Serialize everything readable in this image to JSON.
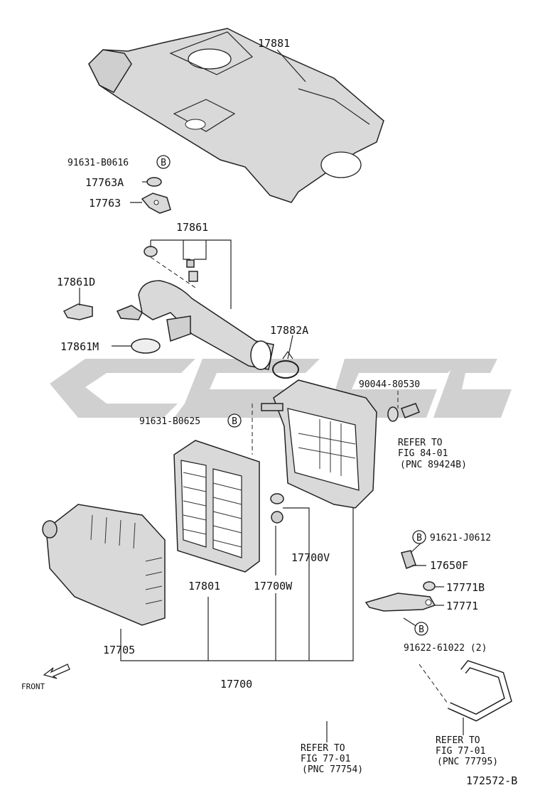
{
  "labels": {
    "l17881": "17881",
    "l91631_b0616": "91631-B0616",
    "l17763a": "17763A",
    "l17763": "17763",
    "l17861": "17861",
    "l17861d": "17861D",
    "l17861m": "17861M",
    "l17882a": "17882A",
    "l90044": "90044-80530",
    "l91631_b0625": "91631-B0625",
    "ref1_a": "REFER TO",
    "ref1_b": "FIG 84-01",
    "ref1_c": "(PNC 89424B)",
    "l91621": "91621-J0612",
    "l17650f": "17650F",
    "l17771b": "17771B",
    "l17771": "17771",
    "l91622": "91622-61022 (2)",
    "l17700v": "17700V",
    "l17700w": "17700W",
    "l17801": "17801",
    "l17705": "17705",
    "l17700": "17700",
    "front": "FRONT",
    "ref2_a": "REFER TO",
    "ref2_b": "FIG 77-01",
    "ref2_c": "(PNC 77754)",
    "ref3_a": "REFER TO",
    "ref3_b": "FIG 77-01",
    "ref3_c": "(PNC 77795)",
    "fig_no": "172572-B"
  },
  "markers": {
    "b1": "B",
    "b2": "B",
    "b3": "B",
    "b4": "B"
  },
  "watermark": {
    "color": "#c8c8c8"
  }
}
